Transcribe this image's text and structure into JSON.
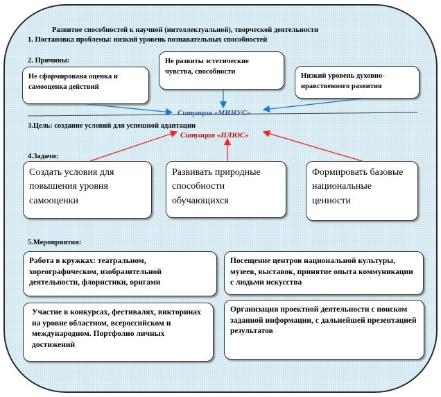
{
  "title": "Развитие способностей к научной (интеллектуальной), творческой деятельности",
  "problem": "1. Постановка проблемы: низкий уровень познавательных способностей",
  "causes": {
    "heading": "2. Причины:",
    "items": [
      "Не сформирована оценка и самооценка действий",
      "Не развиты эстетические чувства, способности",
      "Низкий уровень духовно-нравственного развития"
    ]
  },
  "situation_minus": "Ситуация «МИНУС»",
  "goal": "3.Цель: создание условий для успешной адаптации",
  "situation_plus": "Ситуация «ПЛЮС»",
  "tasks": {
    "heading": "4.Задачи:",
    "items": [
      "Создать условия для повышения уровня самооценки",
      "Развивать природные способности обучающихся",
      "Формировать базовые национальные ценности"
    ]
  },
  "events": {
    "heading": "5.Мероприятия:",
    "items": [
      "Работа в кружках: театральном, хореографическом, изобразительной деятельности, флористики, оригами",
      "Посещение центров национальной культуры, музеев, выставок, принятие опыта коммуникации с людьми искусства",
      "Участие в конкурсах, фестивалях, викторинах на уровне областном, всероссийском и международном. Портфолио личных достижений",
      "Организация проектной деятельности с поиском заданной информации, с дальнейшей презентацией результатов"
    ]
  },
  "colors": {
    "minus": "#1f4e9c",
    "plus": "#e00000",
    "arrow_blue": "#1a7ad0",
    "arrow_red": "#ff2020"
  }
}
